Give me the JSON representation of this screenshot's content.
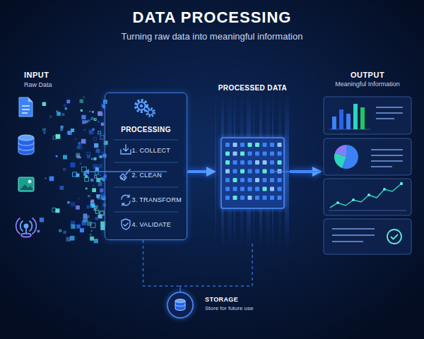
{
  "diagram": {
    "title": "DATA PROCESSING",
    "caption": "Turning raw data into meaningful information",
    "nodes": [
      {
        "text": [
          "INPUT",
          "Raw Data"
        ]
      },
      {
        "text": [
          "PROCESSING",
          "1. COLLECT",
          "2. CLEAN",
          "3. TRANSFORM",
          "4. VALIDATE"
        ]
      },
      {
        "text": [
          "PROCESSED DATA"
        ]
      },
      {
        "text": [
          "OUTPUT",
          "Meaningful Information"
        ]
      },
      {
        "text": [
          "STORAGE",
          "Store for future use"
        ]
      }
    ],
    "edges": [
      {
        "from": 1,
        "to": 2,
        "arrow": "to"
      },
      {
        "from": 2,
        "to": 3,
        "arrow": "to"
      },
      {
        "from": 1,
        "to": 4,
        "arrow": "none"
      },
      {
        "from": 2,
        "to": 4,
        "arrow": "none"
      },
      {
        "from": 3,
        "to": 4,
        "arrow": "none"
      },
      {
        "from": 4,
        "to": 0,
        "arrow": "to"
      }
    ]
  }
}
